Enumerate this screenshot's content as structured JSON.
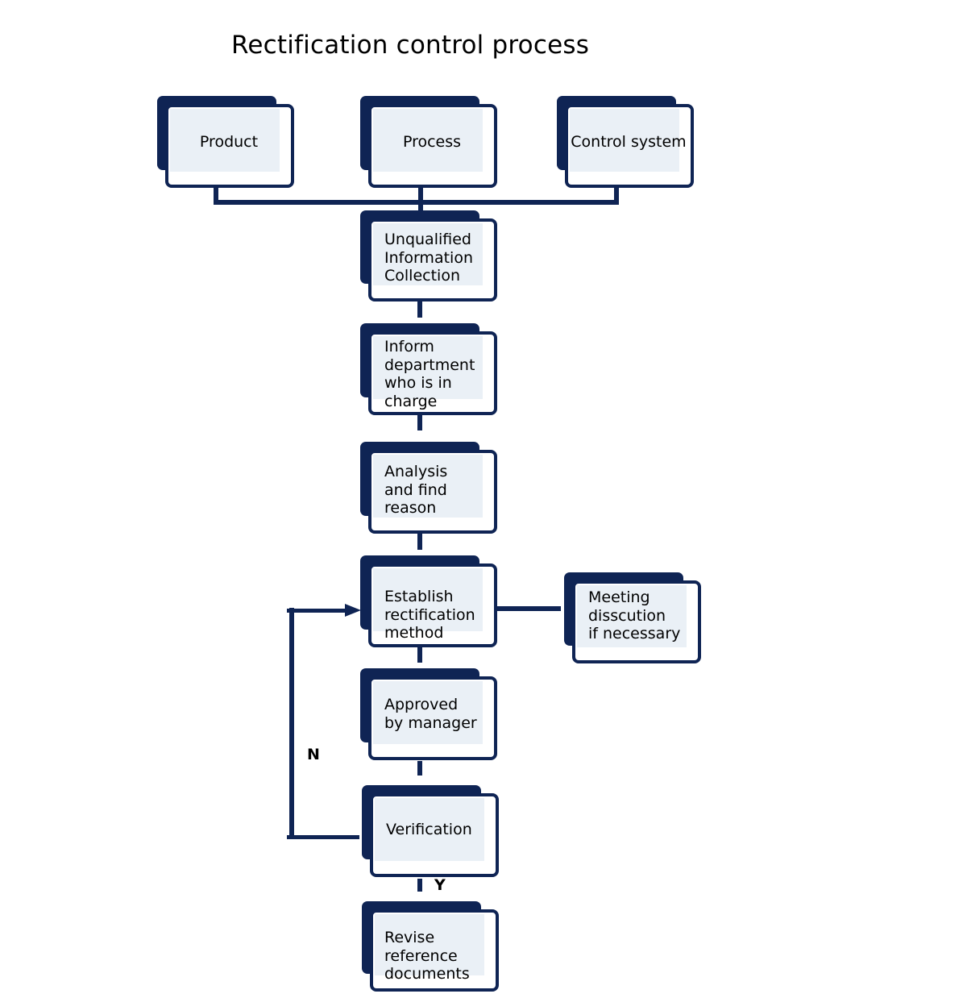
{
  "title": "Rectification control process",
  "sources": {
    "product": "Product",
    "process": "Process",
    "control_system": "Control system"
  },
  "steps": {
    "unqualified": "Unqualified\nInformation\nCollection",
    "inform": "Inform\ndepartment\nwho is in\ncharge",
    "analysis": "Analysis\nand find\nreason",
    "establish": "Establish\nrectification\nmethod",
    "approved": "Approved\nby manager",
    "verification": "Verification",
    "revise": "Revise\nreference\ndocuments"
  },
  "side_note": "Meeting\ndisscution\n if necessary",
  "branches": {
    "no": "N",
    "yes": "Y"
  },
  "colors": {
    "box_border": "#0f2454",
    "box_fill": "#eaf0f6"
  }
}
